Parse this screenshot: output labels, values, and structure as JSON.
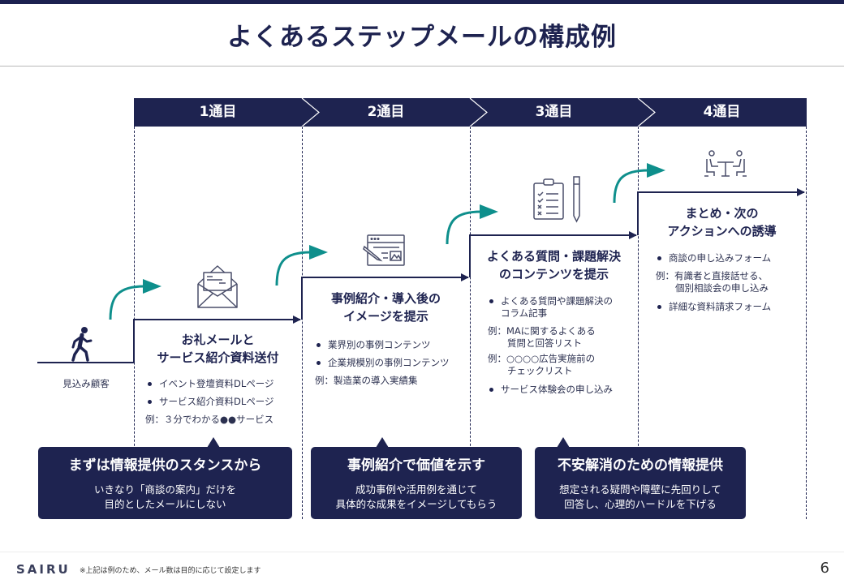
{
  "title": "よくあるステップメールの構成例",
  "colors": {
    "navy": "#1e2350",
    "teal": "#0e8f8c",
    "icon_gray": "#4a4e6a"
  },
  "stages": [
    {
      "label": "1通目"
    },
    {
      "label": "2通目"
    },
    {
      "label": "3通目"
    },
    {
      "label": "4通目"
    }
  ],
  "prospect": {
    "label": "見込み顧客",
    "icon": "walking-person-icon"
  },
  "steps": [
    {
      "icon": "open-envelope-icon",
      "title_lines": [
        "お礼メールと",
        "サービス紹介資料送付"
      ],
      "items": [
        {
          "type": "bullet",
          "text": "イベント登壇資料DLページ"
        },
        {
          "type": "bullet",
          "text": "サービス紹介資料DLページ"
        },
        {
          "type": "example",
          "prefix": "例：",
          "text": "３分でわかる●●サービス"
        }
      ]
    },
    {
      "icon": "web-content-edit-icon",
      "title_lines": [
        "事例紹介・導入後の",
        "イメージを提示"
      ],
      "items": [
        {
          "type": "bullet",
          "text": "業界別の事例コンテンツ"
        },
        {
          "type": "bullet",
          "text": "企業規模別の事例コンテンツ"
        },
        {
          "type": "example",
          "prefix": "例：",
          "text": "製造業の導入実績集"
        }
      ]
    },
    {
      "icon": "checklist-clipboard-pen-icon",
      "title_lines": [
        "よくある質問・課題解決",
        "のコンテンツを提示"
      ],
      "items": [
        {
          "type": "bullet",
          "text": "よくある質問や課題解決の",
          "text2": "コラム記事"
        },
        {
          "type": "example",
          "prefix": "例：",
          "text": "MAに関するよくある",
          "text2": "質問と回答リスト"
        },
        {
          "type": "example",
          "prefix": "例：",
          "text": "○○○○広告実施前の",
          "text2": "チェックリスト"
        },
        {
          "type": "bullet",
          "text": "サービス体験会の申し込み"
        }
      ]
    },
    {
      "icon": "meeting-table-icon",
      "title_lines": [
        "まとめ・次の",
        "アクションへの誘導"
      ],
      "items": [
        {
          "type": "bullet",
          "text": "商談の申し込みフォーム"
        },
        {
          "type": "example",
          "prefix": "例：",
          "text": "有識者と直接話せる、",
          "text2": "個別相談会の申し込み"
        },
        {
          "type": "bullet",
          "text": "詳細な資料請求フォーム"
        }
      ]
    }
  ],
  "callouts": [
    {
      "heading": "まずは情報提供のスタンスから",
      "body_lines": [
        "いきなり「商談の案内」だけを",
        "目的としたメールにしない"
      ]
    },
    {
      "heading": "事例紹介で価値を示す",
      "body_lines": [
        "成功事例や活用例を通じて",
        "具体的な成果をイメージしてもらう"
      ]
    },
    {
      "heading": "不安解消のための情報提供",
      "body_lines": [
        "想定される疑問や障壁に先回りして",
        "回答し、心理的ハードルを下げる"
      ]
    }
  ],
  "footer": {
    "logo": "SAIRU",
    "note": "※上記は例のため、メール数は目的に応じて設定します",
    "page": "6"
  }
}
